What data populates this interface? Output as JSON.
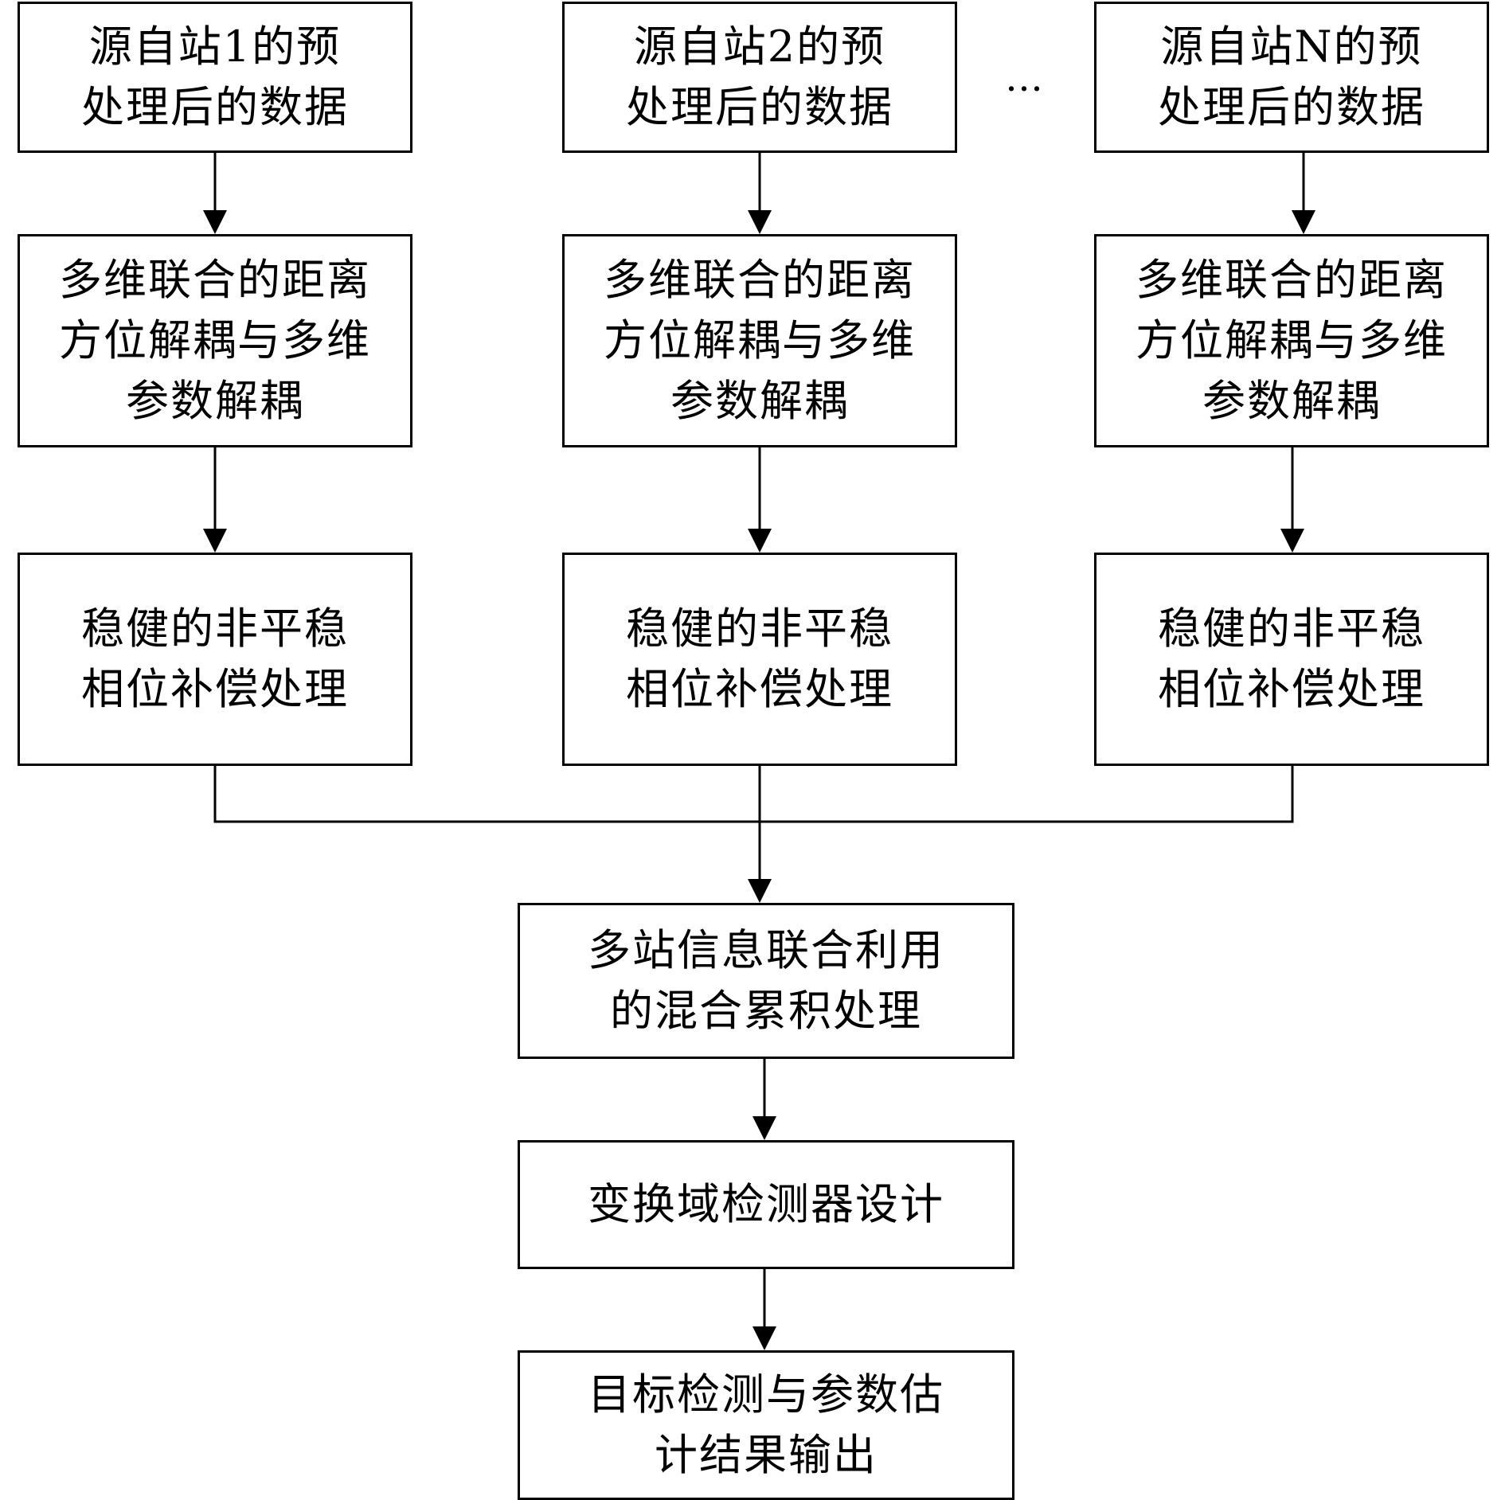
{
  "flowchart": {
    "stations": [
      {
        "source": [
          "源自站1的预",
          "处理后的数据"
        ],
        "decoupling": [
          "多维联合的距离",
          "方位解耦与多维",
          "参数解耦"
        ],
        "phase": [
          "稳健的非平稳",
          "相位补偿处理"
        ]
      },
      {
        "source": [
          "源自站2的预",
          "处理后的数据"
        ],
        "decoupling": [
          "多维联合的距离",
          "方位解耦与多维",
          "参数解耦"
        ],
        "phase": [
          "稳健的非平稳",
          "相位补偿处理"
        ]
      },
      {
        "source": [
          "源自站N的预",
          "处理后的数据"
        ],
        "decoupling": [
          "多维联合的距离",
          "方位解耦与多维",
          "参数解耦"
        ],
        "phase": [
          "稳健的非平稳",
          "相位补偿处理"
        ]
      }
    ],
    "ellipsis": "…",
    "fusion": [
      "多站信息联合利用",
      "的混合累积处理"
    ],
    "detector": [
      "变换域检测器设计"
    ],
    "output": [
      "目标检测与参数估",
      "计结果输出"
    ]
  }
}
